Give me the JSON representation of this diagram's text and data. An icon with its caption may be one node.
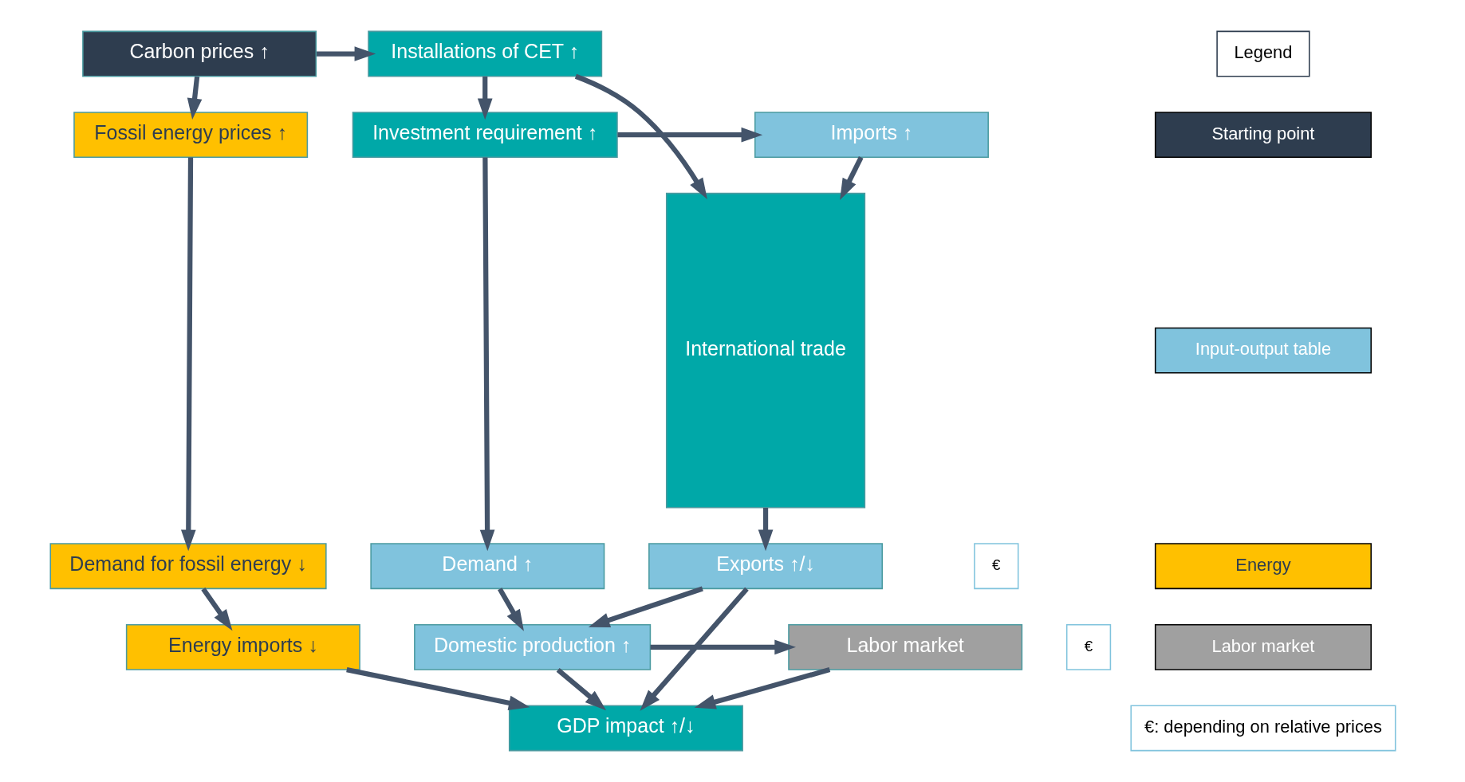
{
  "diagram": {
    "nodes": [
      {
        "text": [
          "Carbon prices ↑"
        ]
      },
      {
        "text": [
          "Installations of CET ↑"
        ]
      },
      {
        "text": [
          "International trade"
        ]
      },
      {
        "text": [
          "Fossil energy prices ↑"
        ]
      },
      {
        "text": [
          "Investment requirement ↑"
        ]
      },
      {
        "text": [
          "Imports ↑"
        ]
      },
      {
        "text": [
          "€"
        ]
      },
      {
        "text": [
          "Demand for fossil energy ↓"
        ]
      },
      {
        "text": [
          "Demand ↑"
        ]
      },
      {
        "text": [
          "€"
        ]
      },
      {
        "text": [
          "Energy imports ↓"
        ]
      },
      {
        "text": [
          "Labor market"
        ]
      },
      {
        "text": [
          "Domestic production ↑"
        ]
      },
      {
        "text": [
          "GDP impact ↑/↓"
        ]
      },
      {
        "text": [
          "Exports ↑/↓"
        ]
      }
    ],
    "edges": [
      {
        "from": 0,
        "to": 1,
        "arrow": "to"
      },
      {
        "from": 1,
        "to": 2,
        "arrow": "to"
      },
      {
        "from": 0,
        "to": 3,
        "arrow": "to"
      },
      {
        "from": 1,
        "to": 4,
        "arrow": "to"
      },
      {
        "from": 4,
        "to": 5,
        "arrow": "to"
      },
      {
        "from": 5,
        "to": 2,
        "arrow": "to"
      },
      {
        "from": 3,
        "to": 7,
        "arrow": "to"
      },
      {
        "from": 4,
        "to": 8,
        "arrow": "to"
      },
      {
        "from": 7,
        "to": 10,
        "arrow": "to"
      },
      {
        "from": 8,
        "to": 12,
        "arrow": "to"
      },
      {
        "from": 12,
        "to": 11,
        "arrow": "to"
      },
      {
        "from": 10,
        "to": 13,
        "arrow": "to"
      },
      {
        "from": 11,
        "to": 13,
        "arrow": "to"
      },
      {
        "from": 12,
        "to": 13,
        "arrow": "to"
      },
      {
        "from": 14,
        "to": 13,
        "arrow": "to"
      },
      {
        "from": 14,
        "to": 12,
        "arrow": "to"
      },
      {
        "from": 2,
        "to": 14,
        "arrow": "to"
      }
    ],
    "labels": [
      "Legend",
      "€: depending on relative prices"
    ],
    "legend": [
      {
        "text": "Starting point",
        "color": "#2e3d4f"
      },
      {
        "text": "Input-output table",
        "color": "#80c3dd"
      },
      {
        "text": "Energy",
        "color": "#ffc000"
      },
      {
        "text": "Labor market",
        "color": "#a0a0a0"
      }
    ]
  }
}
